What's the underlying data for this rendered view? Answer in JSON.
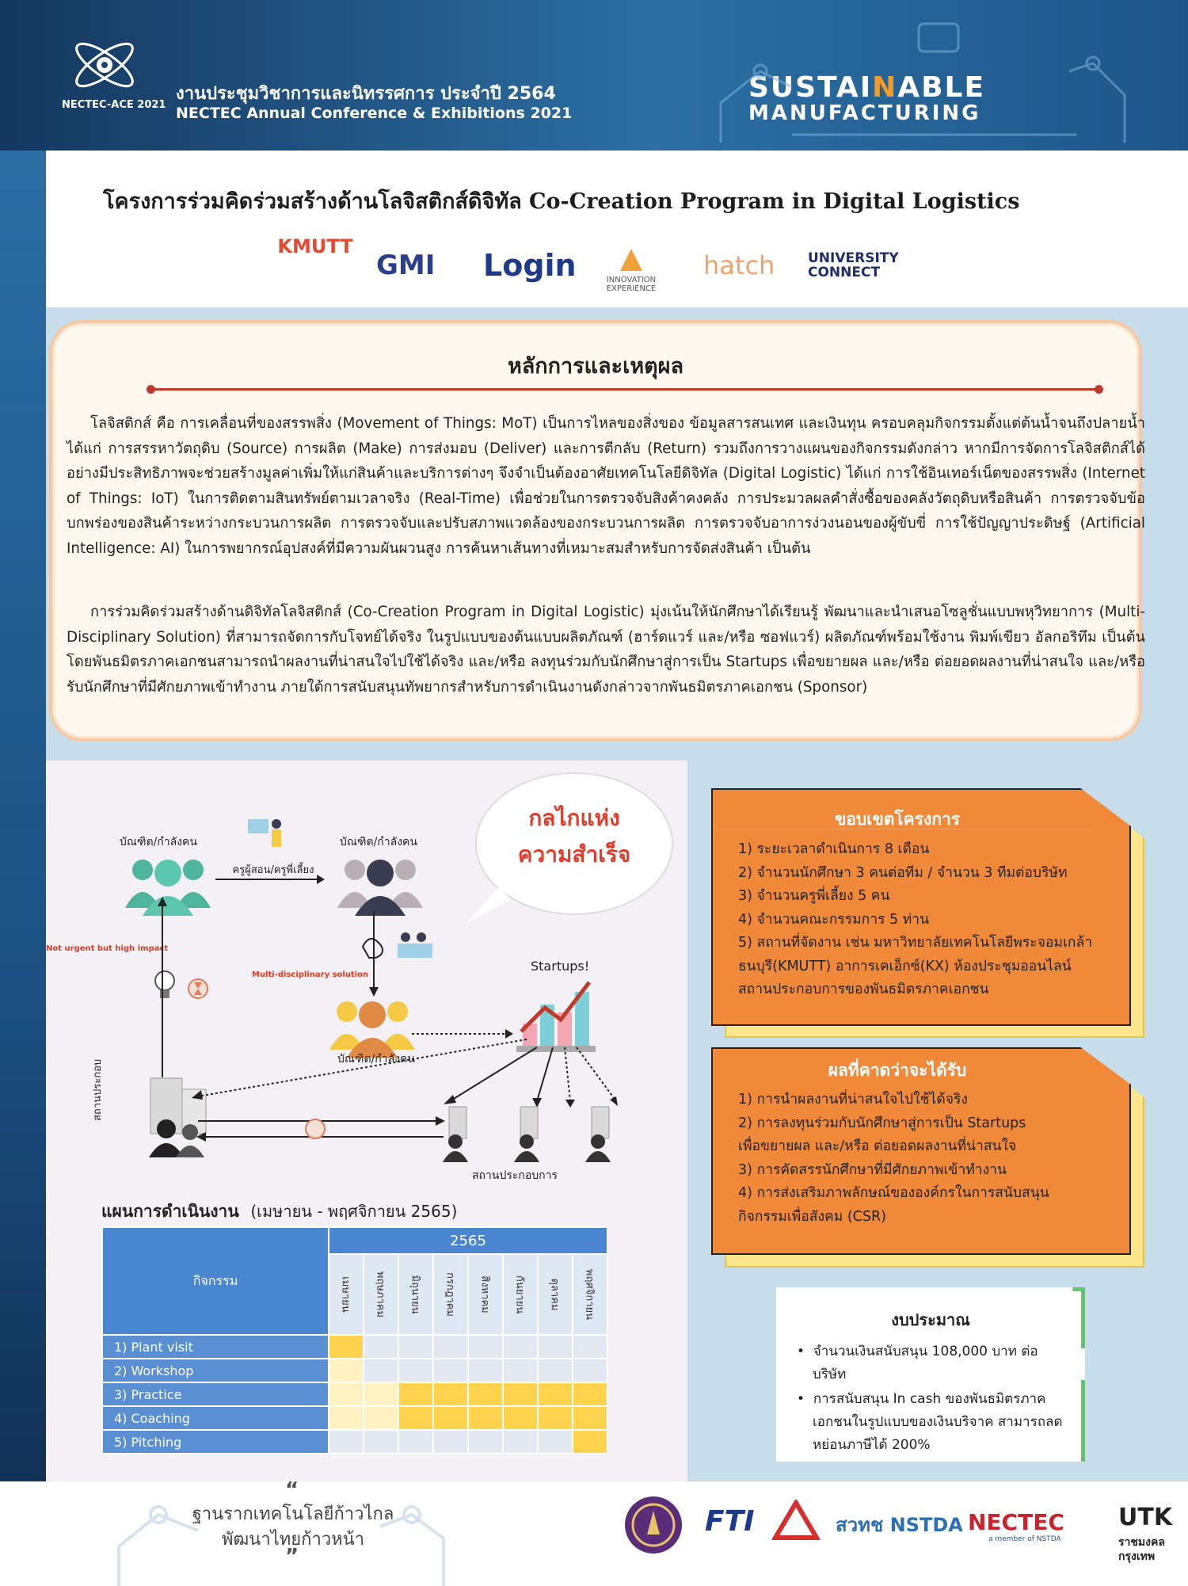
{
  "header": {
    "logo_text": "NECTEC-ACE 2021",
    "conference_th": "งานประชุมวิชาการและนิทรรศการ ประจำปี 2564",
    "conference_en": "NECTEC Annual Conference & Exhibitions 2021",
    "theme_line1_a": "SUSTAI",
    "theme_line1_n": "N",
    "theme_line1_b": "ABLE",
    "theme_line2": "MANUFACTURING"
  },
  "title": "โครงการร่วมคิดร่วมสร้างด้านโลจิสติกส์ดิจิทัล Co-Creation Program in Digital Logistics",
  "partner_logos": [
    "KMUTT",
    "GMI",
    "Login",
    "INNOVATION EXPERIENCE",
    "hatch",
    "UNIVERSITY CONNECT"
  ],
  "rationale": {
    "heading": "หลักการและเหตุผล",
    "paragraph1": "โลจิสติกส์ คือ การเคลื่อนที่ของสรรพสิ่ง (Movement of Things: MoT) เป็นการไหลของสิ่งของ ข้อมูลสารสนเทศ และเงินทุน ครอบคลุมกิจกรรมตั้งแต่ต้นน้ำจนถึงปลายน้ำ ได้แก่ การสรรหาวัตถุดิบ (Source) การผลิต (Make) การส่งมอบ (Deliver) และการตีกลับ (Return) รวมถึงการวางแผนของกิจกรรมดังกล่าว หากมีการจัดการโลจิสติกส์ได้อย่างมีประสิทธิภาพจะช่วยสร้างมูลค่าเพิ่มให้แก่สินค้าและบริการต่างๆ จึงจำเป็นต้องอาศัยเทคโนโลยีดิจิทัล (Digital Logistic) ได้แก่ การใช้อินเทอร์เน็ตของสรรพสิ่ง (Internet of Things: IoT) ในการติดตามสินทรัพย์ตามเวลาจริง (Real-Time) เพื่อช่วยในการตรวจจับสิงค้าคงคลัง การประมวลผลคำสั่งซื้อของคลังวัตถุดิบหรือสินค้า การตรวจจับข้อบกพร่องของสินค้าระหว่างกระบวนการผลิต การตรวจจับและปรับสภาพแวดล้องของกระบวนการผลิต การตรวจจับอาการง่วงนอนของผู้ขับขี่ การใช้ปัญญาประดิษฐ์ (Artificial Intelligence: AI) ในการพยากรณ์อุปสงค์ที่มีความผันผวนสูง การค้นหาเส้นทางที่เหมาะสมสำหรับการจัดส่งสินค้า เป็นต้น",
    "paragraph2": "การร่วมคิดร่วมสร้างด้านดิจิทัลโลจิสติกส์ (Co-Creation Program in Digital Logistic) มุ่งเน้นให้นักศึกษาได้เรียนรู้ พัฒนาและนำเสนอโซลูชั่นแบบพหุวิทยาการ (Multi-Disciplinary Solution) ที่สามารถจัดการกับโจทย์ได้จริง ในรูปแบบของต้นแบบผลิตภัณฑ์ (ฮาร์ดแวร์ และ/หรือ ซอฟแวร์) ผลิตภัณฑ์พร้อมใช้งาน พิมพ์เขียว อัลกอริทึม เป็นต้น โดยพันธมิตรภาคเอกชนสามารถนำผลงานที่น่าสนใจไปใช้ได้จริง และ/หรือ ลงทุนร่วมกับนักศึกษาสู่การเป็น Startups เพื่อขยายผล และ/หรือ ต่อยอดผลงานที่น่าสนใจ และ/หรือ รับนักศึกษาที่มีศักยภาพเข้าทำงาน ภายใต้การสนับสนุนทัพยากรสำหรับการดำเนินงานดังกล่าวจากพันธมิตรภาคเอกชน (Sponsor)"
  },
  "diagram": {
    "bubble_line1": "กลไกแห่ง",
    "bubble_line2": "ความสำเร็จ",
    "graduate_left": "บัณฑิต/กำลังคน",
    "graduate_right": "บัณฑิต/กำลังคน",
    "mentor": "ครูผู้สอน/ครูพี่เลี้ยง",
    "graduate_center": "บัณฑิต/กำลังคน",
    "not_urgent": "Not urgent but high impact",
    "multidisciplinary": "Multi-disciplinary solution",
    "startups": "Startups!",
    "workplace_left": "สถานประกอบ",
    "workplace_bottom": "สถานประกอบการ"
  },
  "schedule": {
    "title": "แผนการดำเนินงาน",
    "period": "(เมษายน - พฤศจิกายน 2565)",
    "activity_header": "กิจกรรม",
    "year": "2565",
    "months": [
      "เมษายน",
      "พฤษภาคม",
      "มิถุนายน",
      "กรกฎาคม",
      "สิงหาคม",
      "กันยายน",
      "ตุลาคม",
      "พฤศจิกายน"
    ],
    "activities": [
      {
        "name": "1) Plant visit",
        "cells": [
          "y",
          "e",
          "e",
          "e",
          "e",
          "e",
          "e",
          "e"
        ]
      },
      {
        "name": "2) Workshop",
        "cells": [
          "l",
          "e",
          "e",
          "e",
          "e",
          "e",
          "e",
          "e"
        ]
      },
      {
        "name": "3) Practice",
        "cells": [
          "l",
          "l",
          "y",
          "y",
          "y",
          "y",
          "y",
          "y"
        ]
      },
      {
        "name": "4) Coaching",
        "cells": [
          "l",
          "l",
          "y",
          "y",
          "y",
          "y",
          "y",
          "y"
        ]
      },
      {
        "name": "5) Pitching",
        "cells": [
          "e",
          "e",
          "e",
          "e",
          "e",
          "e",
          "e",
          "y"
        ]
      }
    ]
  },
  "scope": {
    "heading": "ขอบเขตโครงการ",
    "items": [
      "1) ระยะเวลาดำเนินการ 8 เดือน",
      "2) จำนวนนักศึกษา 3 คนต่อทีม / จำนวน 3 ทีมต่อบริษัท",
      "3) จำนวนครูพี่เลี้ยง 5 คน",
      "4) จำนวนคณะกรรมการ 5 ท่าน",
      "5) สถานที่จัดงาน เช่น มหาวิทยาลัยเทคโนโลยีพระจอมเกล้า",
      "ธนบุรี(KMUTT) อาการเคเอ็กซ์(KX) ห้องประชุมออนไลน์",
      "สถานประกอบการของพันธมิตรภาคเอกชน"
    ]
  },
  "outcomes": {
    "heading": "ผลที่คาดว่าจะได้รับ",
    "items": [
      "1) การนำผลงานที่น่าสนใจไปใช้ได้จริง",
      "2) การลงทุนร่วมกับนักศึกษาสู่การเป็น Startups",
      "เพื่อขยายผล และ/หรือ ต่อยอดผลงานที่น่าสนใจ",
      "3) การคัดสรรนักศึกษาที่มีศักยภาพเข้าทำงาน",
      "4) การส่งเสริมภาพลักษณ์ขององค์กรในการสนับสนุน",
      "กิจกรรมเพื่อสังคม (CSR)"
    ]
  },
  "budget": {
    "heading": "งบประมาณ",
    "item1": "จำนวนเงินสนับสนุน 108,000 บาท ต่อบริษัท",
    "item2": "การสนับสนุน In cash ของพันธมิตรภาคเอกชนในรูปแบบของเงินบริจาค สามารถลดหย่อนภาษีได้ 200%"
  },
  "footer": {
    "slogan1": "ฐานรากเทคโนโลยีก้าวไกล",
    "slogan2": "พัฒนาไทยก้าวหน้า",
    "logo_fti": "FTI",
    "logo_nstda": "สวทช NSTDA",
    "logo_nectec": "NECTEC",
    "logo_nectec_sub": "a member of NSTDA",
    "logo_utk": "UTK",
    "logo_utk_sub1": "ราชมงคล",
    "logo_utk_sub2": "กรุงเทพ"
  }
}
